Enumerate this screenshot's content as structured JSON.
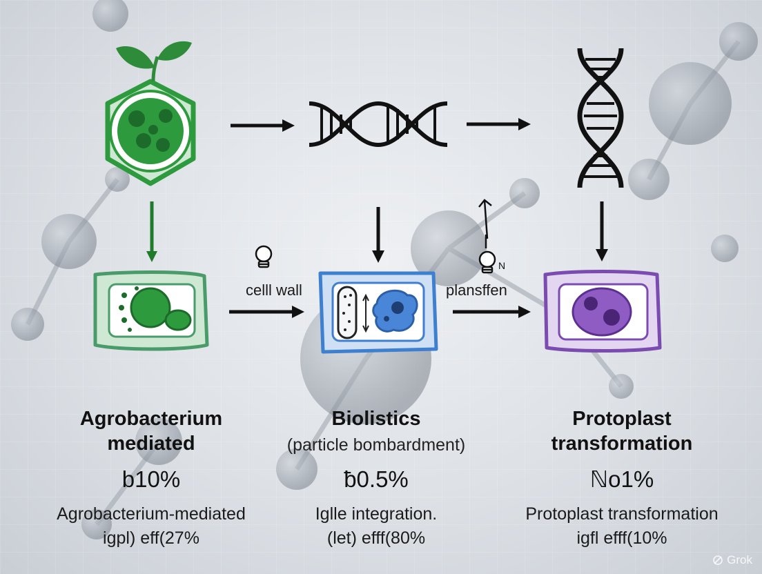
{
  "arrow_labels": {
    "left": "celll wall",
    "right": "plansffen"
  },
  "methods": [
    {
      "title_line1": "Agrobacterium",
      "title_line2": "mediated",
      "subtitle": "",
      "percent": "b10%",
      "desc_line1": "Agrobacterium-mediated",
      "desc_line2": "igpl) eff(27%"
    },
    {
      "title_line1": "Biolistics",
      "title_line2": "",
      "subtitle": "(particle bombardment)",
      "percent": "ƀ0.5%",
      "desc_line1": "Iglle integration.",
      "desc_line2": "(let) efff(80%"
    },
    {
      "title_line1": "Protoplast",
      "title_line2": "transformation",
      "subtitle": "",
      "percent": "ℕo1%",
      "desc_line1": "Protoplast transformation",
      "desc_line2": "igfl efff(10%"
    }
  ],
  "watermark": "Grok",
  "colors": {
    "agrobacterium": "#2e9a3e",
    "agrobacterium_fill": "#cfe8d4",
    "biolistics": "#3f7fd0",
    "biolistics_fill": "#cfe0f4",
    "protoplast": "#7b4bb0",
    "protoplast_fill": "#e3d6f0",
    "leaf": "#2e8b3a",
    "arrow": "#111111",
    "green_arrow": "#1f7a2b"
  },
  "icons": [
    "leaf-icon",
    "plant-cell-icon",
    "dna-helix-icon",
    "dna-helix-vertical-icon",
    "bulb-icon"
  ]
}
